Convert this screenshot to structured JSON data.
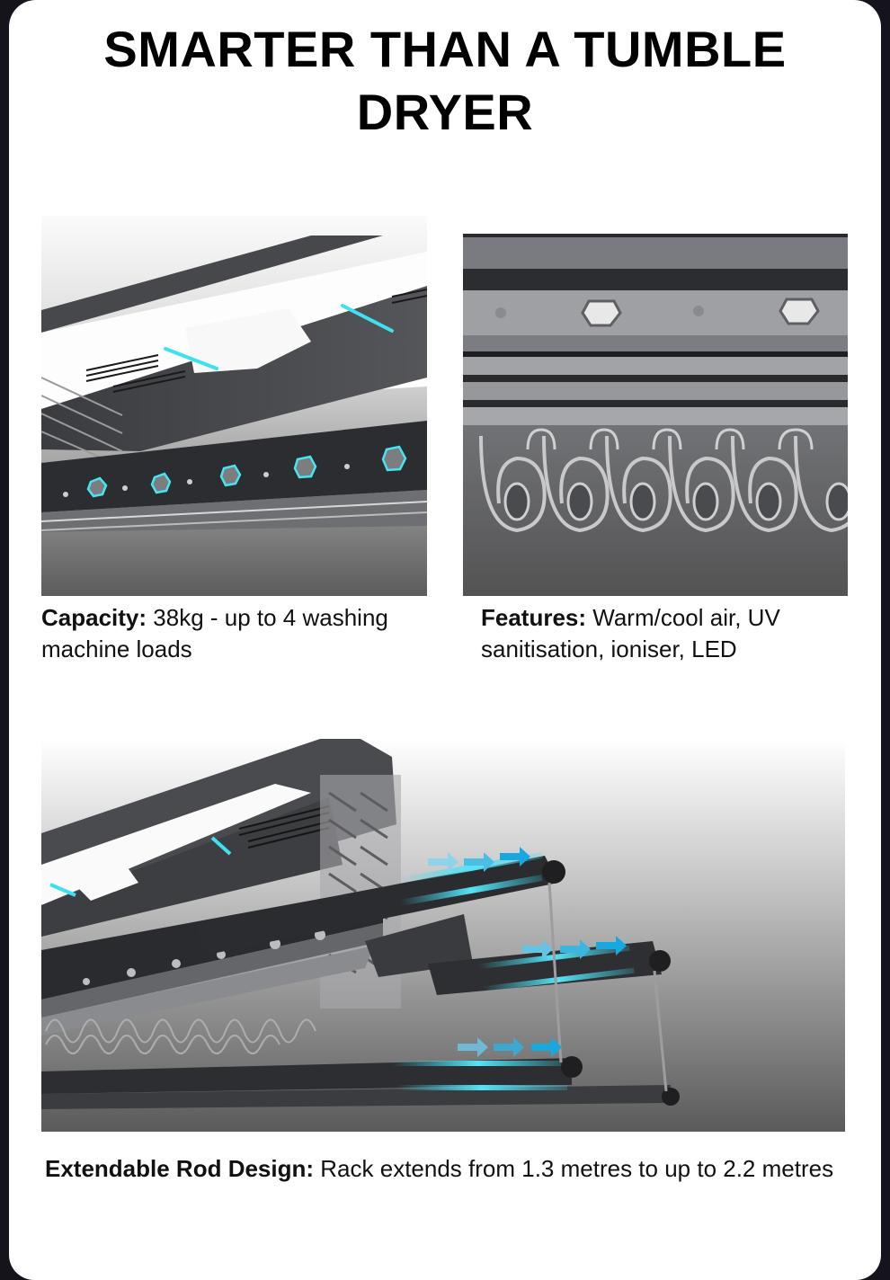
{
  "title": "SMARTER THAN A TUMBLE DRYER",
  "title_lines": [
    "SMARTER THAN A TUMBLE",
    "DRYER"
  ],
  "colors": {
    "page_bg": "#15141d",
    "card_bg": "#ffffff",
    "accent_cyan": "#38d6e8",
    "arrow_blue": "#18a8e0",
    "metal_dark": "#3a3b3f",
    "photo_bg_dark": "#5a5a5a"
  },
  "features": [
    {
      "label": "Capacity:",
      "text": " 38kg - up to 4 washing machine loads",
      "image": "capacity-photo"
    },
    {
      "label": "Features:",
      "text": " Warm/cool air, UV sanitisation, ioniser, LED",
      "image": "features-photo"
    },
    {
      "label": "Extendable Rod Design:",
      "text": " Rack extends from 1.3 metres to up to 2.2 metres",
      "image": "extendable-rod-photo"
    }
  ]
}
